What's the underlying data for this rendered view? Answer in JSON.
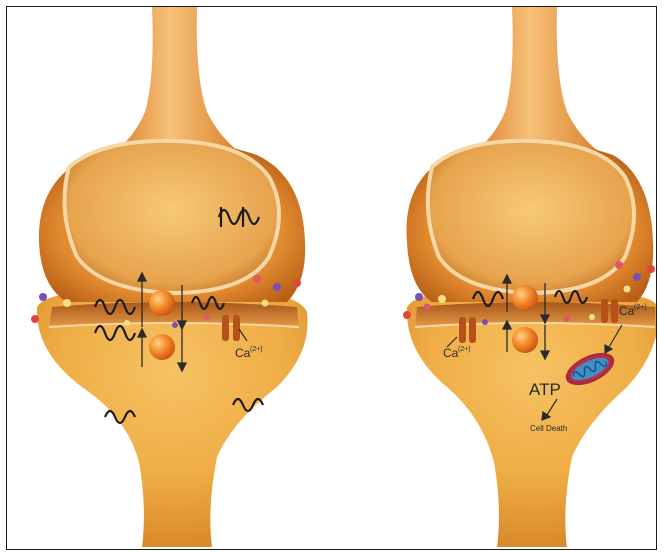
{
  "left_synapse": {
    "calcium_label": "Ca",
    "calcium_superscript": "(2+)"
  },
  "right_synapse": {
    "calcium_label_top": "Ca",
    "calcium_superscript_top": "(2+)",
    "calcium_label_left": "Ca",
    "calcium_superscript_left": "(2+)",
    "atp_label": "ATP",
    "cell_death_label": "Cell Death"
  },
  "colors": {
    "neuron_orange": "#e8932e",
    "neuron_light": "#f6c56a",
    "vesicle": "#f07a1c",
    "mitochondrion": "#c8304a",
    "receptor_coil": "#1c1c1c"
  }
}
